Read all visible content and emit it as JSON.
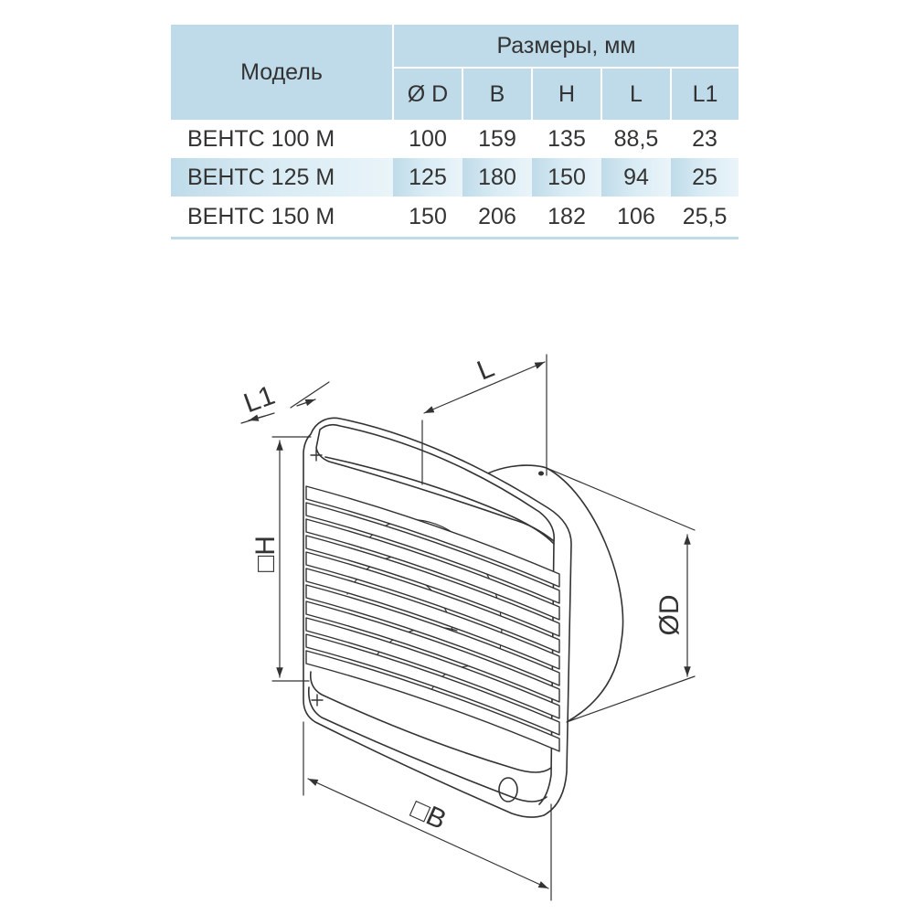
{
  "table": {
    "model_header": "Модель",
    "dimensions_header": "Размеры, мм",
    "columns": [
      "Ø D",
      "B",
      "H",
      "L",
      "L1"
    ],
    "rows": [
      {
        "model": "ВЕНТС 100 М",
        "values": [
          "100",
          "159",
          "135",
          "88,5",
          "23"
        ]
      },
      {
        "model": "ВЕНТС 125 М",
        "values": [
          "125",
          "180",
          "150",
          "94",
          "25"
        ]
      },
      {
        "model": "ВЕНТС 150 М",
        "values": [
          "150",
          "206",
          "182",
          "106",
          "25,5"
        ]
      }
    ]
  },
  "drawing": {
    "labels": {
      "L": "L",
      "L1": "L1",
      "H": "□H",
      "D": "ØD",
      "B": "□B"
    }
  },
  "colors": {
    "header_bg": "#bfdbe9",
    "line": "#333333",
    "text": "#333333"
  }
}
